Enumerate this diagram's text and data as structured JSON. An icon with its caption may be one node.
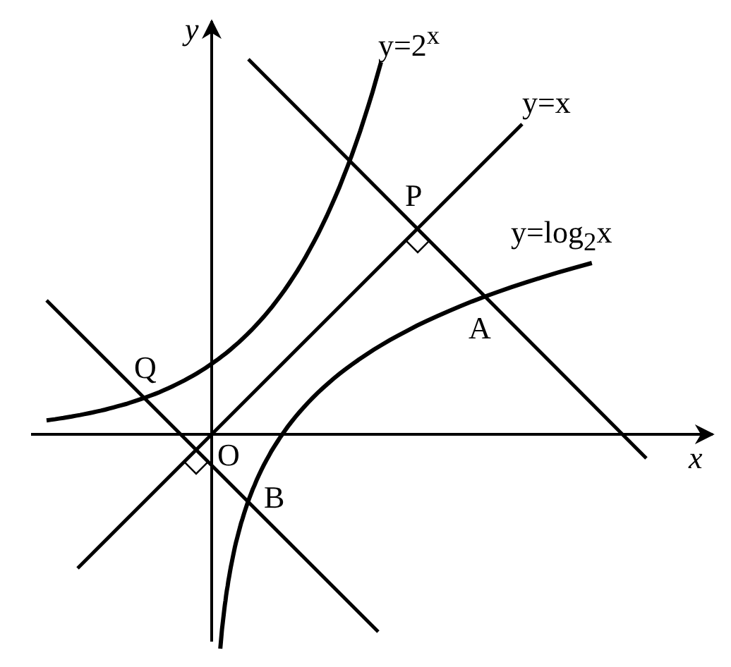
{
  "diagram": {
    "labels": [
      "y",
      "y=2$^{x}$",
      "y=x",
      "P",
      "y=log$_{2}$x",
      "A",
      "Q",
      "O",
      "B",
      "x"
    ]
  }
}
